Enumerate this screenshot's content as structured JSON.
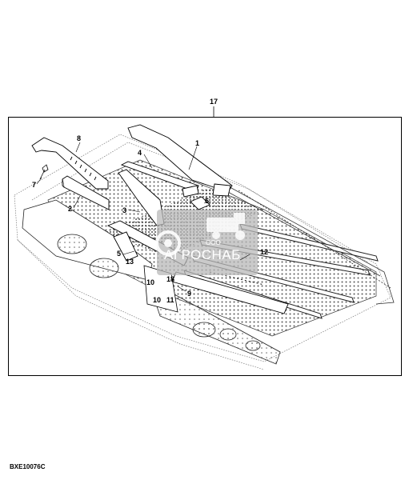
{
  "figure_code": "BXE10076C",
  "assembly_callout": "17",
  "callouts": [
    "1",
    "2",
    "3",
    "4",
    "5",
    "6",
    "7",
    "8",
    "9",
    "10",
    "10",
    "11",
    "12",
    "13",
    "18"
  ],
  "watermark": {
    "prefix": "ООО",
    "name": "АГРОСНАБ"
  }
}
